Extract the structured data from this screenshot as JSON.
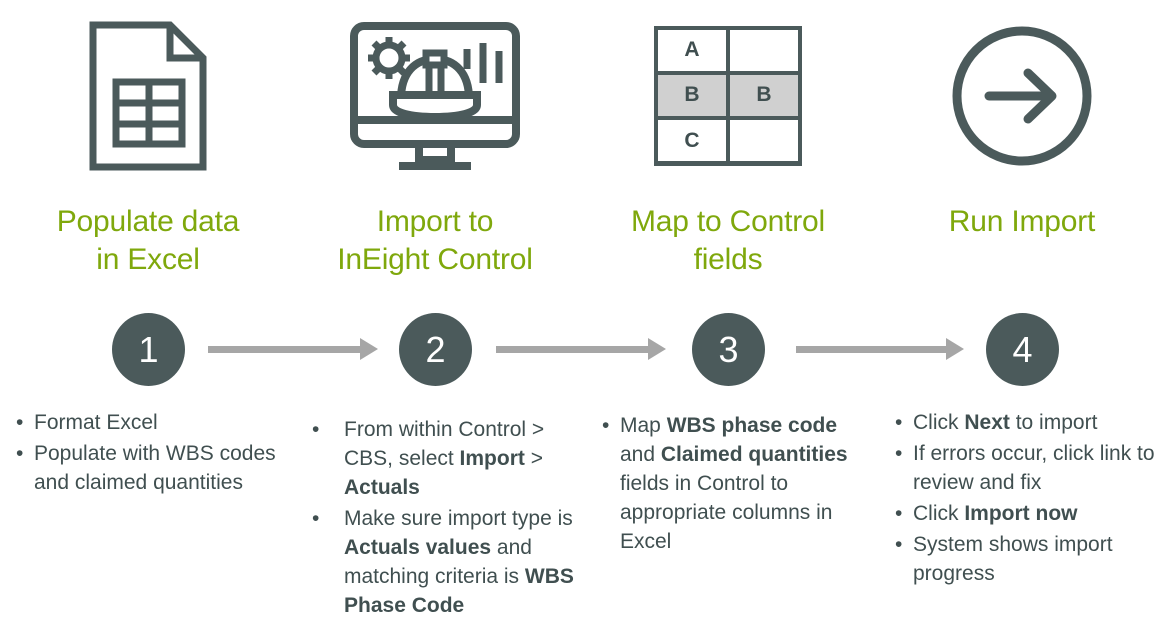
{
  "colors": {
    "accent_green": "#7FA80C",
    "dark_slate": "#4B5A5B",
    "arrow_gray": "#A6A6A6",
    "body_text": "#404F50",
    "grid_highlight": "#D0D0D0"
  },
  "steps": [
    {
      "number": "1",
      "icon": "excel-spreadsheet-document-icon",
      "heading_line1": "Populate data",
      "heading_line2": "in Excel",
      "bullets": [
        [
          {
            "t": "Format Excel",
            "b": false
          }
        ],
        [
          {
            "t": "Populate with WBS codes and claimed quantities",
            "b": false
          }
        ]
      ]
    },
    {
      "number": "2",
      "icon": "monitor-hardhat-gear-chart-icon",
      "heading_line1": "Import to",
      "heading_line2": "InEight Control",
      "bullets": [
        [
          {
            "t": "From within Control > CBS, select ",
            "b": false
          },
          {
            "t": "Import",
            "b": true
          },
          {
            "t": " > ",
            "b": false
          },
          {
            "t": "Actuals",
            "b": true
          }
        ],
        [
          {
            "t": "Make sure import type is ",
            "b": false
          },
          {
            "t": "Actuals values",
            "b": true
          },
          {
            "t": " and matching criteria is ",
            "b": false
          },
          {
            "t": "WBS Phase Code",
            "b": true
          }
        ]
      ]
    },
    {
      "number": "3",
      "icon": "mapping-grid-table-icon",
      "heading_line1": "Map to Control",
      "heading_line2": "fields",
      "grid": {
        "cells": [
          {
            "label": "A",
            "highlight": false
          },
          {
            "label": "",
            "highlight": false
          },
          {
            "label": "B",
            "highlight": true
          },
          {
            "label": "B",
            "highlight": true
          },
          {
            "label": "C",
            "highlight": false
          },
          {
            "label": "",
            "highlight": false
          }
        ]
      },
      "bullets": [
        [
          {
            "t": "Map ",
            "b": false
          },
          {
            "t": "WBS phase code",
            "b": true
          },
          {
            "t": " and ",
            "b": false
          },
          {
            "t": "Claimed quantities",
            "b": true
          },
          {
            "t": " fields in Control to appropriate columns in Excel",
            "b": false
          }
        ]
      ]
    },
    {
      "number": "4",
      "icon": "arrow-right-circle-icon",
      "heading_line1": "Run Import",
      "heading_line2": "",
      "bullets": [
        [
          {
            "t": "Click ",
            "b": false
          },
          {
            "t": "Next",
            "b": true
          },
          {
            "t": " to import",
            "b": false
          }
        ],
        [
          {
            "t": "If errors occur, click link to review and fix",
            "b": false
          }
        ],
        [
          {
            "t": "Click ",
            "b": false
          },
          {
            "t": "Import now",
            "b": true
          }
        ],
        [
          {
            "t": "System shows import progress",
            "b": false
          }
        ]
      ]
    }
  ]
}
